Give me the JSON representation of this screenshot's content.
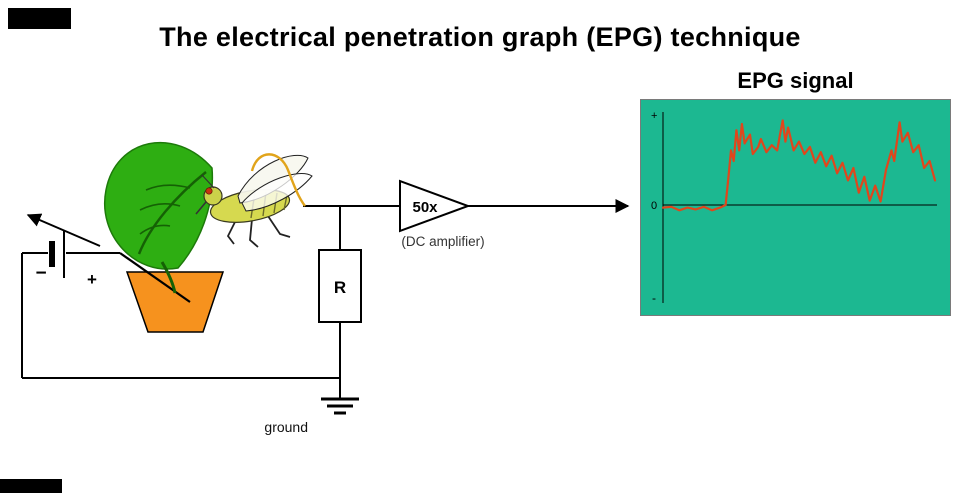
{
  "title": "The electrical penetration graph (EPG) technique",
  "battery": {
    "minus_label": "−",
    "plus_label": "+"
  },
  "resistor": {
    "label": "R"
  },
  "amplifier": {
    "gain_label": "50x",
    "caption": "(DC amplifier)"
  },
  "ground": {
    "label": "ground"
  },
  "epg_panel": {
    "title": "EPG signal",
    "bg_color": "#1cb891",
    "trace_color": "#e0461c",
    "axis": {
      "plus": "+",
      "zero": "0",
      "minus": "-"
    }
  },
  "chart_data": {
    "type": "line",
    "title": "EPG signal",
    "xlabel": "",
    "ylabel": "",
    "x_range": [
      0,
      100
    ],
    "y_range": [
      -1,
      1
    ],
    "baseline": 0,
    "legend": "none",
    "grid": false,
    "description": "Schematic EPG voltage trace: flat near zero baseline, then sustained noisy positive deflections with a dip back toward baseline and a final spike",
    "points": [
      [
        0,
        -0.03
      ],
      [
        3,
        -0.02
      ],
      [
        6,
        -0.06
      ],
      [
        9,
        -0.03
      ],
      [
        12,
        -0.05
      ],
      [
        15,
        -0.02
      ],
      [
        18,
        -0.06
      ],
      [
        21,
        -0.03
      ],
      [
        23,
        0.0
      ],
      [
        24,
        0.3
      ],
      [
        25,
        0.62
      ],
      [
        26,
        0.5
      ],
      [
        27,
        0.85
      ],
      [
        28,
        0.62
      ],
      [
        29,
        0.92
      ],
      [
        30,
        0.7
      ],
      [
        32,
        0.8
      ],
      [
        33,
        0.58
      ],
      [
        35,
        0.66
      ],
      [
        36,
        0.75
      ],
      [
        38,
        0.6
      ],
      [
        40,
        0.68
      ],
      [
        42,
        0.62
      ],
      [
        43,
        0.8
      ],
      [
        44,
        0.96
      ],
      [
        45,
        0.72
      ],
      [
        46,
        0.88
      ],
      [
        48,
        0.62
      ],
      [
        50,
        0.72
      ],
      [
        52,
        0.58
      ],
      [
        54,
        0.66
      ],
      [
        56,
        0.48
      ],
      [
        58,
        0.6
      ],
      [
        60,
        0.44
      ],
      [
        62,
        0.56
      ],
      [
        64,
        0.36
      ],
      [
        66,
        0.48
      ],
      [
        68,
        0.28
      ],
      [
        70,
        0.42
      ],
      [
        72,
        0.14
      ],
      [
        74,
        0.32
      ],
      [
        76,
        0.05
      ],
      [
        78,
        0.22
      ],
      [
        80,
        0.04
      ],
      [
        82,
        0.4
      ],
      [
        84,
        0.62
      ],
      [
        85,
        0.5
      ],
      [
        87,
        0.94
      ],
      [
        88,
        0.72
      ],
      [
        90,
        0.82
      ],
      [
        92,
        0.6
      ],
      [
        94,
        0.68
      ],
      [
        96,
        0.42
      ],
      [
        98,
        0.5
      ],
      [
        100,
        0.28
      ]
    ]
  }
}
